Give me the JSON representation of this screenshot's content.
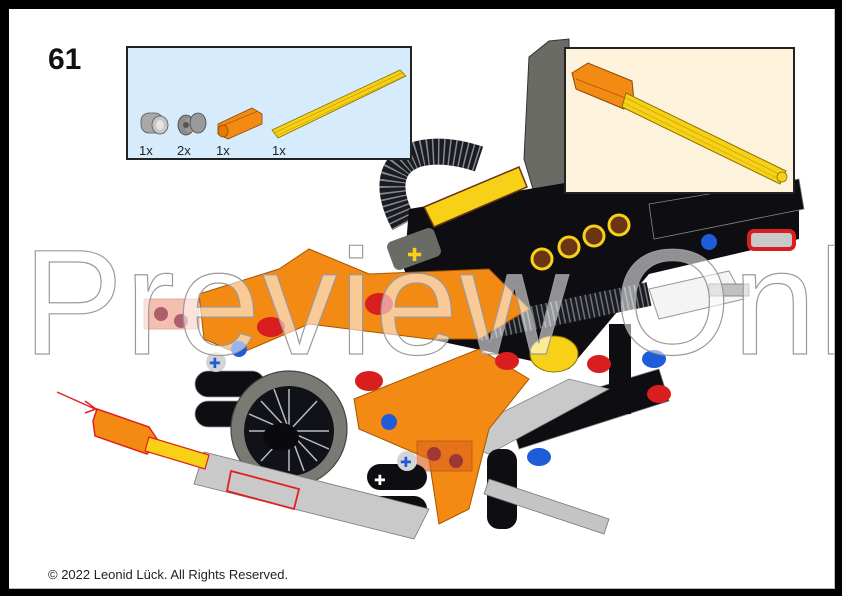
{
  "page": {
    "step_number": "61",
    "watermark": "Preview Only",
    "copyright": "© 2022 Leonid Lück. All Rights Reserved."
  },
  "parts_list": {
    "background": "#d6ebfb",
    "items": [
      {
        "part": "bush-light-gray-icon",
        "color": "#a9a9a9",
        "qty": "1x"
      },
      {
        "part": "half-bush-gray-icon",
        "color": "#8c8c8c",
        "qty": "2x"
      },
      {
        "part": "axle-connector-orange-icon",
        "color": "#f28a14",
        "qty": "1x"
      },
      {
        "part": "axle-long-yellow-icon",
        "color": "#f7d117",
        "qty": "1x"
      }
    ]
  },
  "callout": {
    "background": "#fdf3dc",
    "subassembly": "orange-axle-connector-on-yellow-axle"
  },
  "colors": {
    "frame": "#000000",
    "orange": "#f28a14",
    "yellow": "#f7d117",
    "black_part": "#0d0d12",
    "light_gray": "#bcbcbc",
    "dark_gray": "#6b6b66",
    "red_pin": "#d81e1e",
    "blue_pin": "#1e5cd8",
    "brown_cap": "#6b3514",
    "arrow": "#e02020"
  }
}
